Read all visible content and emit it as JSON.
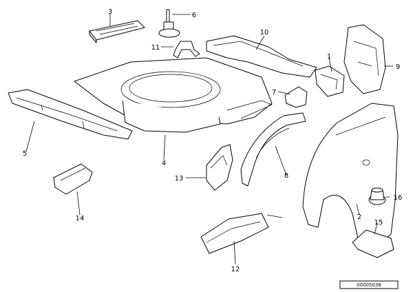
{
  "diagram": {
    "callouts": {
      "c1": "1",
      "c2": "2",
      "c3": "3",
      "c4": "4",
      "c5": "5",
      "c6": "6",
      "c7": "7",
      "c8": "8",
      "c9": "9",
      "c10": "10",
      "c11": "11",
      "c12": "12",
      "c13": "13",
      "c14": "14",
      "c15": "15",
      "c16": "16"
    },
    "reference_number": "00005038"
  }
}
